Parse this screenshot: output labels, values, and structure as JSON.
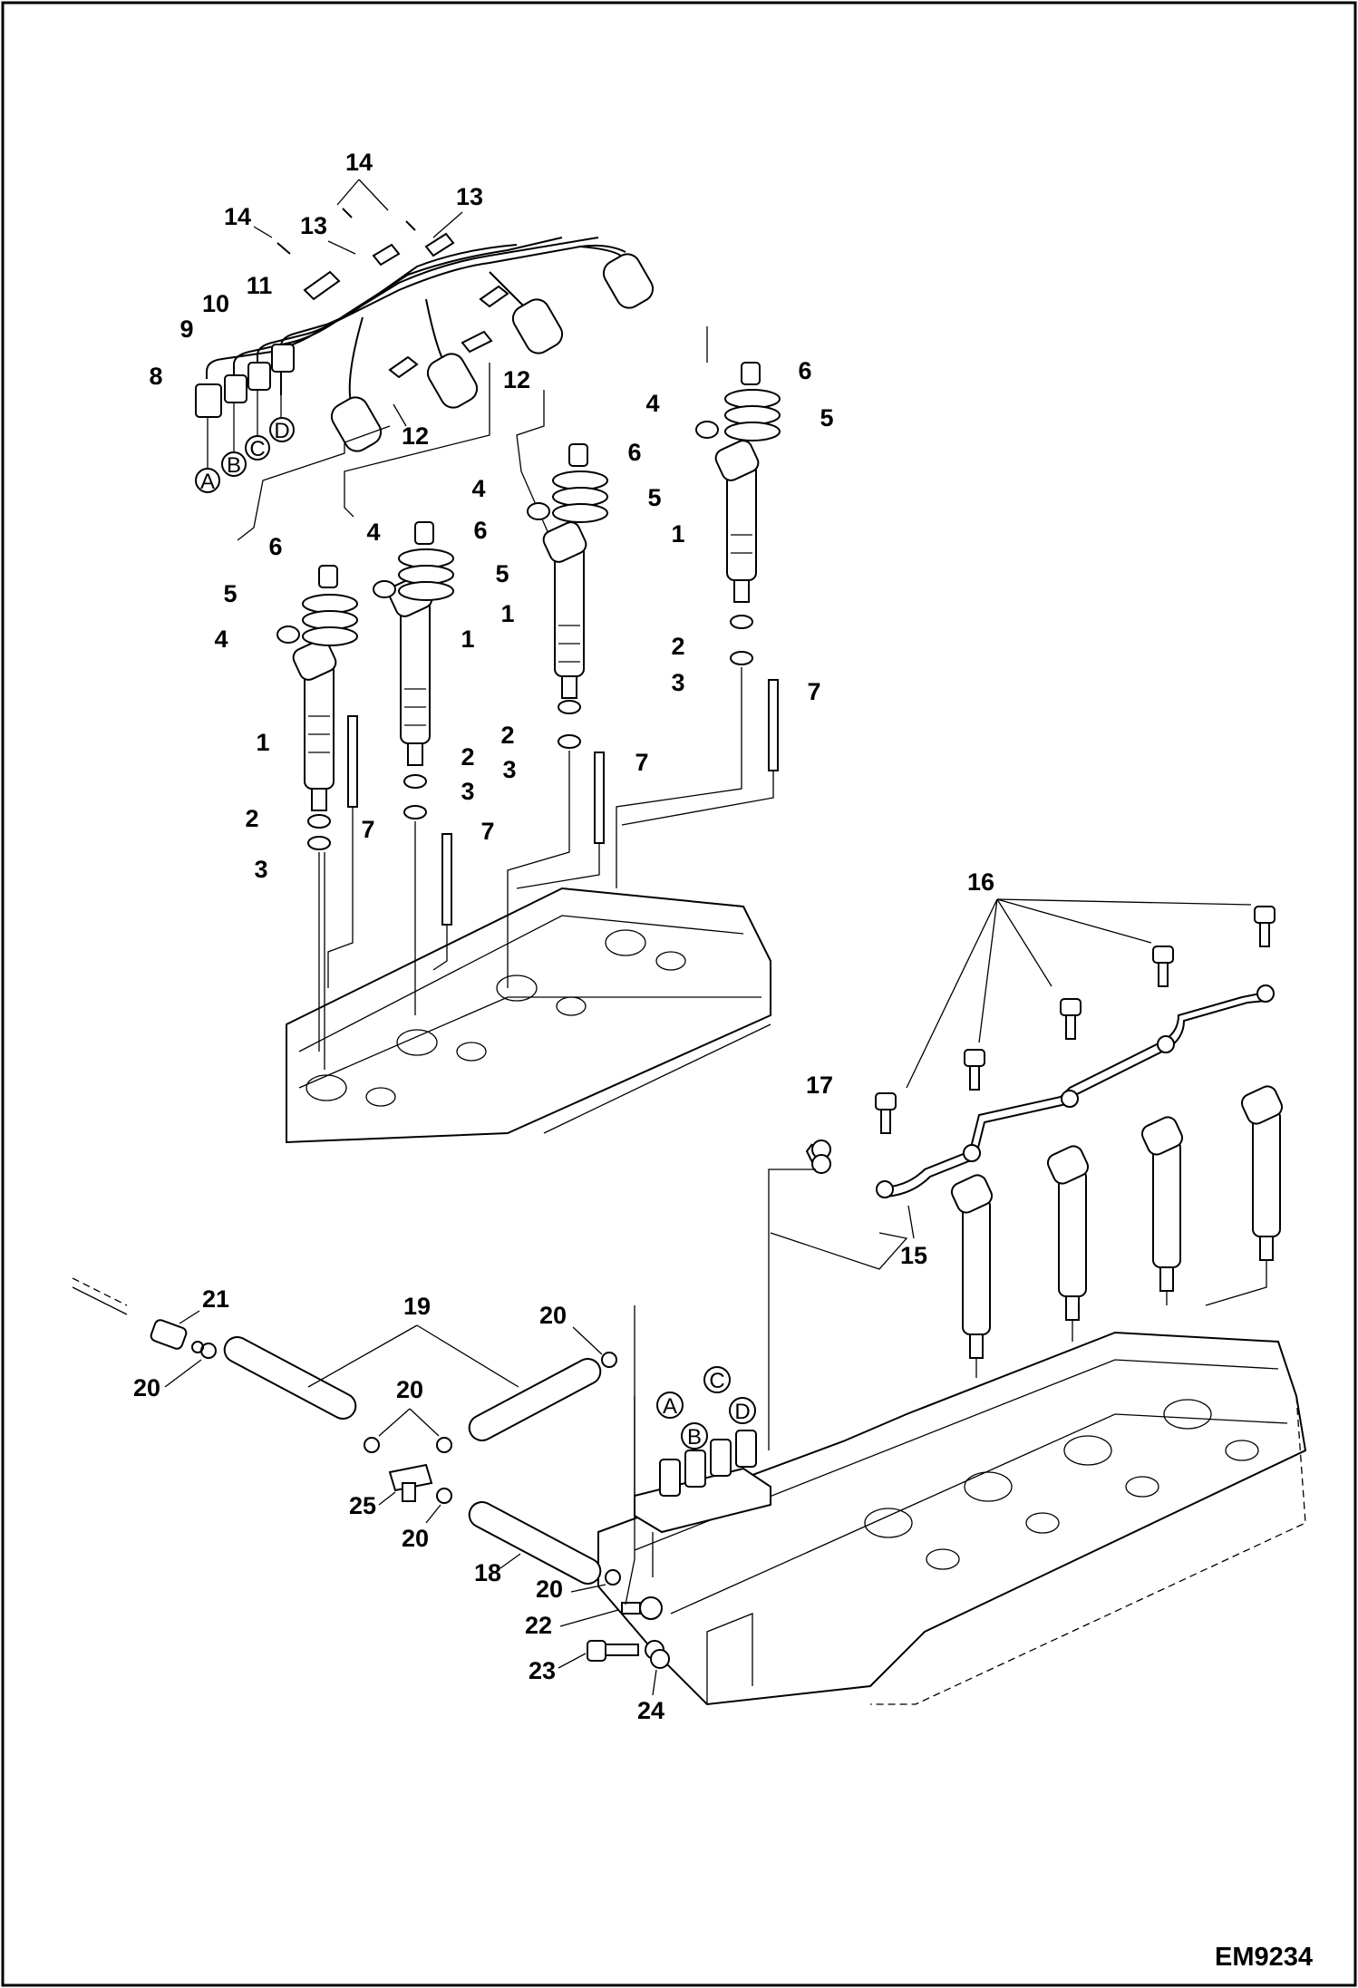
{
  "document_code": "EM9234",
  "callouts": {
    "c1": "1",
    "c2": "2",
    "c3": "3",
    "c4": "4",
    "c5": "5",
    "c6": "6",
    "c7": "7",
    "c8": "8",
    "c9": "9",
    "c10": "10",
    "c11": "11",
    "c12": "12",
    "c13": "13",
    "c14": "14",
    "c15": "15",
    "c16": "16",
    "c17": "17",
    "c18": "18",
    "c19": "19",
    "c20": "20",
    "c21": "21",
    "c22": "22",
    "c23": "23",
    "c24": "24",
    "c25": "25"
  },
  "line_letters": [
    "A",
    "B",
    "C",
    "D"
  ]
}
